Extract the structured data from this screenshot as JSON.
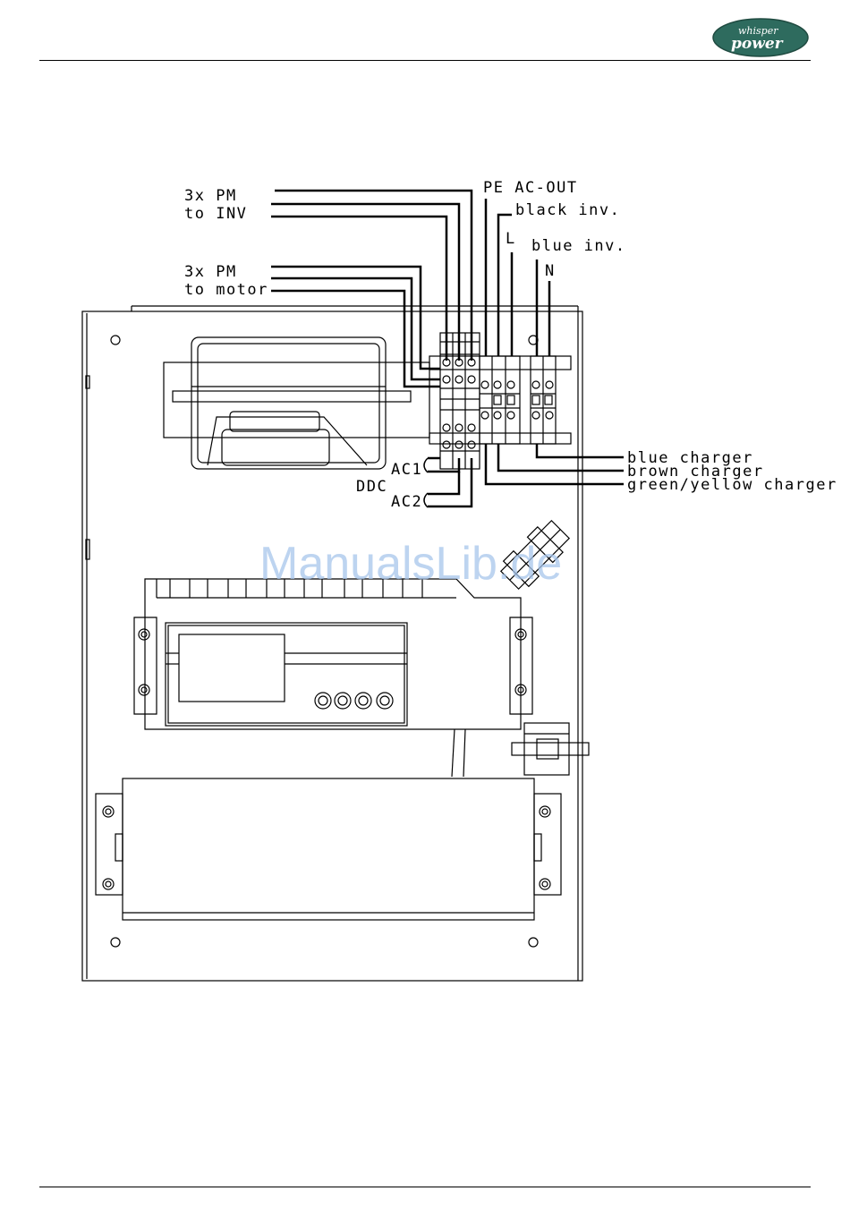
{
  "brand": {
    "logo_line1": "whisper",
    "logo_line2": "power",
    "logo_color": "#2e6b5e"
  },
  "watermark": {
    "text": "ManualsLib.de",
    "color": "#a8c6ec"
  },
  "labels": {
    "pm_inv_line1": "3x PM",
    "pm_inv_line2": "to INV",
    "pm_motor_line1": "3x PM",
    "pm_motor_line2": "to motor",
    "pe_ac_out": "PE AC-OUT",
    "black_inv": "black inv.",
    "l": "L",
    "blue_inv": "blue inv.",
    "n": "N",
    "ac1": "AC1",
    "ddc": "DDC",
    "ac2": "AC2",
    "blue_charger": "blue charger",
    "brown_charger": "brown charger",
    "green_yellow_charger": "green/yellow charger"
  }
}
